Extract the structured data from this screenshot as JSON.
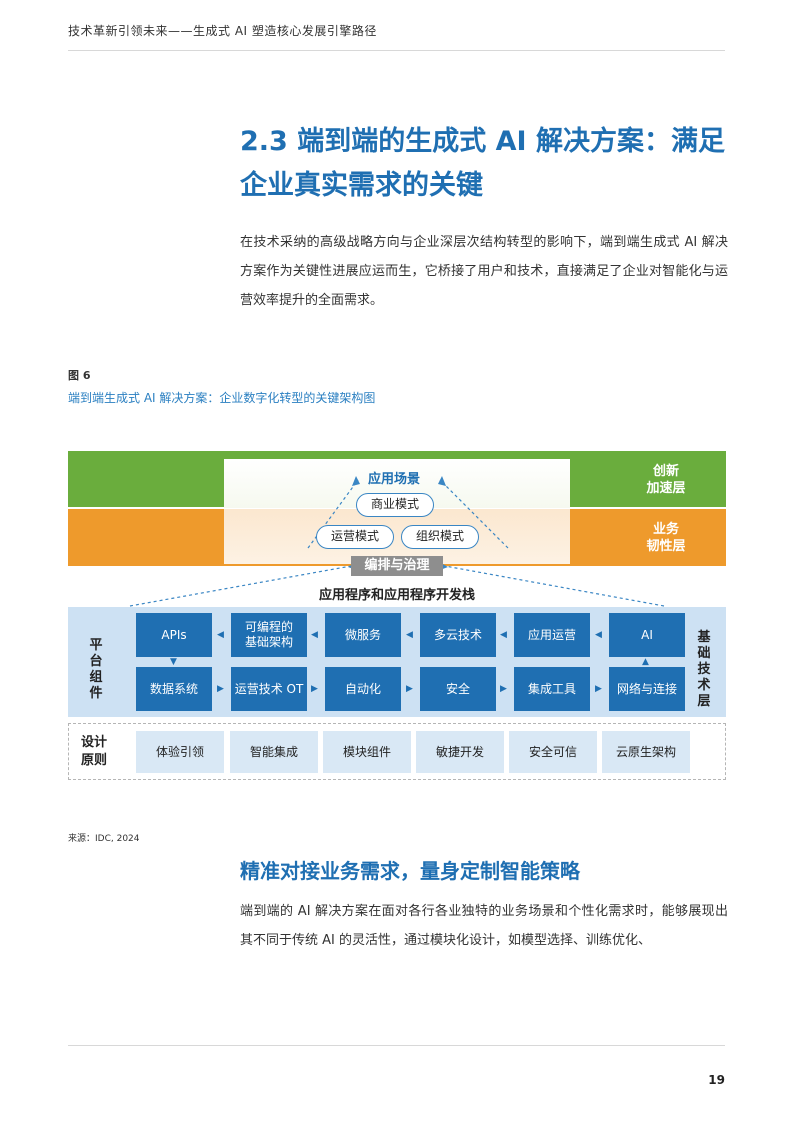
{
  "header": {
    "running_title": "技术革新引领未来——生成式 AI 塑造核心发展引擎路径"
  },
  "section": {
    "title": "2.3 端到端的生成式 AI 解决方案：满足企业真实需求的关键",
    "intro": "在技术采纳的高级战略方向与企业深层次结构转型的影响下，端到端生成式 AI 解决方案作为关键性进展应运而生，它桥接了用户和技术，直接满足了企业对智能化与运营效率提升的全面需求。"
  },
  "figure": {
    "number": "图 6",
    "caption": "端到端生成式 AI 解决方案：企业数字化转型的关键架构图",
    "layers": {
      "top_right": "创新\n加速层",
      "middle_right": "业务\n韧性层"
    },
    "app_scene": "应用场景",
    "business_modes": [
      "商业模式",
      "运营模式",
      "组织模式"
    ],
    "orchestration": "编排与治理",
    "stack_title": "应用程序和应用程序开发栈",
    "platform_label": "平台组件",
    "infra_label": "基础技术层",
    "platform_row1": [
      "APIs",
      "可编程的\n基础架构",
      "微服务",
      "多云技术",
      "应用运营",
      "AI"
    ],
    "platform_row2": [
      "数据系统",
      "运营技术 OT",
      "自动化",
      "安全",
      "集成工具",
      "网络与连接"
    ],
    "design_label": "设计\n原则",
    "design_principles": [
      "体验引领",
      "智能集成",
      "模块组件",
      "敏捷开发",
      "安全可信",
      "云原生架构"
    ],
    "source": "来源：IDC, 2024"
  },
  "subsection": {
    "heading": "精准对接业务需求，量身定制智能策略",
    "text": "端到端的 AI 解决方案在面对各行各业独特的业务场景和个性化需求时，能够展现出其不同于传统 AI 的灵活性，通过模块化设计，如模型选择、训练优化、"
  },
  "footer": {
    "page_number": "19"
  },
  "colors": {
    "brand_blue": "#1f6fb2",
    "green": "#6aad3d",
    "orange": "#ee9a2c",
    "light_blue": "#cde1f3"
  }
}
